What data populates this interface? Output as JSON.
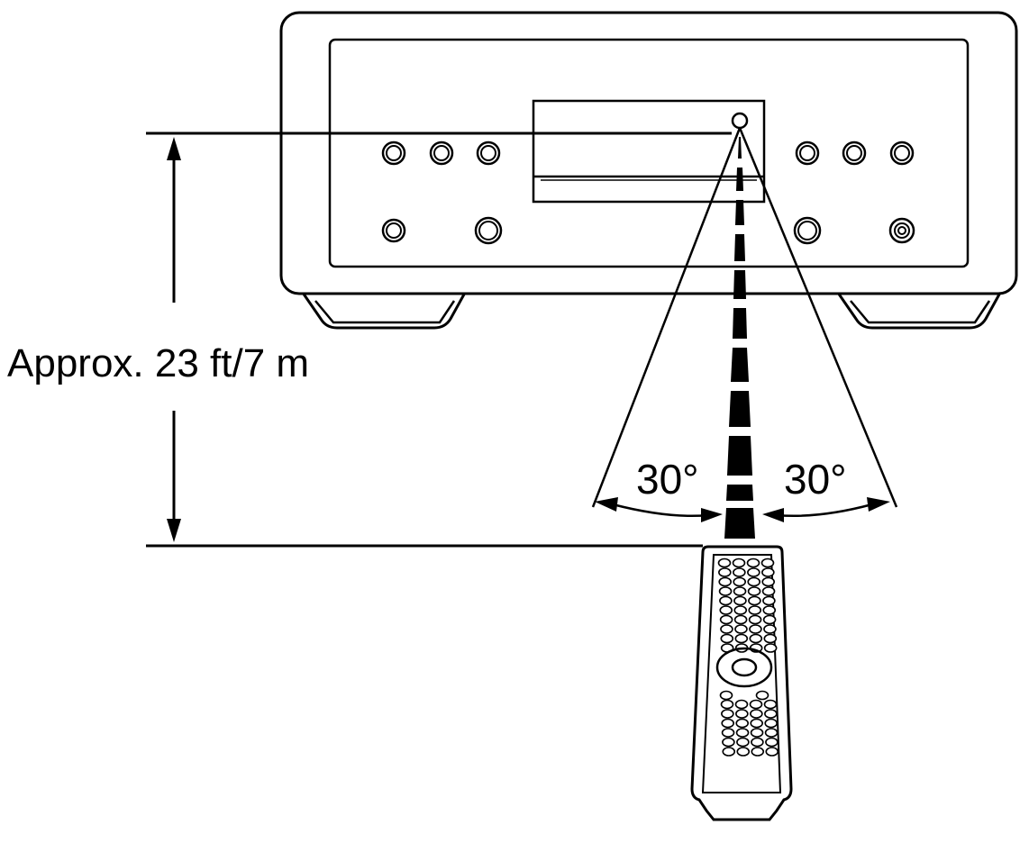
{
  "distance_label": "Approx. 23 ft/7 m",
  "angle_left_label": "30°",
  "angle_right_label": "30°",
  "colors": {
    "line": "#000000",
    "background": "#ffffff"
  },
  "icons": {
    "device": "cd-player-front-panel",
    "sensor": "remote-sensor",
    "remote": "remote-control"
  }
}
